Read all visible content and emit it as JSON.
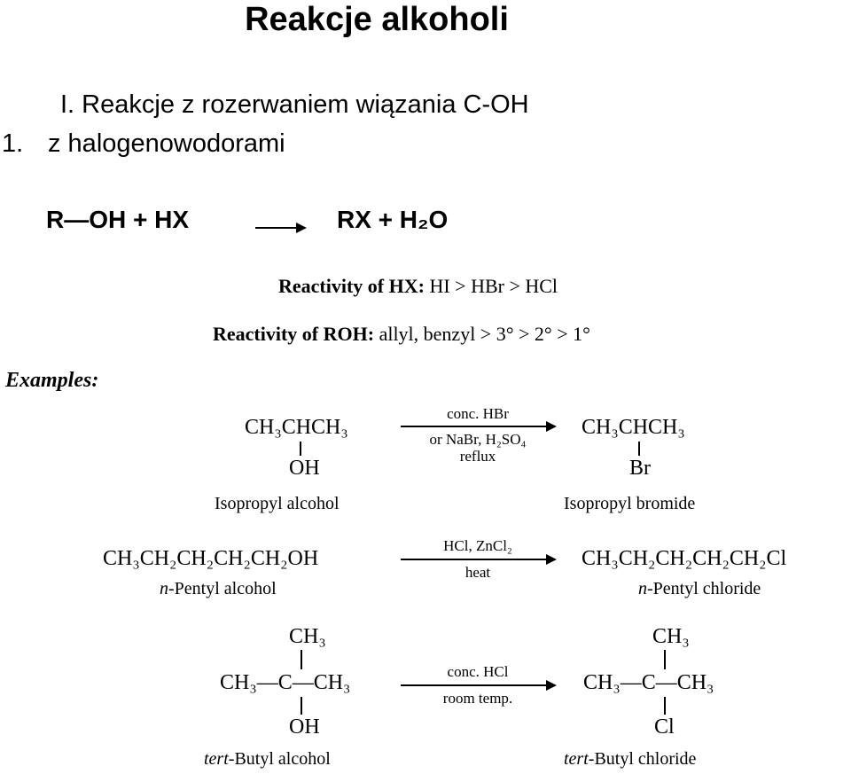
{
  "title": "Reakcje alkoholi",
  "heading": "I. Reakcje z rozerwaniem wiązania C-OH",
  "subheading": {
    "number": "1.",
    "text": "z halogenowodorami"
  },
  "general_equation": {
    "left": "R—OH + HX",
    "right": "RX + H₂O"
  },
  "reactivity_hx": {
    "label": "Reactivity of HX:",
    "value": "HI > HBr > HCl"
  },
  "reactivity_roh": {
    "label": "Reactivity of ROH:",
    "value": "allyl, benzyl > 3° > 2° > 1°"
  },
  "examples_label": "Examples:",
  "examples": [
    {
      "reactant": "CH₃CHCH₃",
      "reactant_sub": "OH",
      "reactant_name": "Isopropyl alcohol",
      "cond_top": "conc. HBr",
      "cond_mid": "or NaBr, H₂SO₄",
      "cond_bottom": "reflux",
      "product": "CH₃CHCH₃",
      "product_sub": "Br",
      "product_name": "Isopropyl bromide"
    },
    {
      "reactant": "CH₃CH₂CH₂CH₂CH₂OH",
      "reactant_prefix": "n",
      "reactant_name": "-Pentyl alcohol",
      "cond_top": "HCl, ZnCl₂",
      "cond_bottom": "heat",
      "product": "CH₃CH₂CH₂CH₂CH₂Cl",
      "product_prefix": "n",
      "product_name": "-Pentyl chloride"
    },
    {
      "reactant_top": "CH₃",
      "reactant": "CH₃—C—CH₃",
      "reactant_sub": "OH",
      "reactant_prefix": "tert",
      "reactant_name": "-Butyl alcohol",
      "cond_top": "conc. HCl",
      "cond_bottom": "room temp.",
      "product_top": "CH₃",
      "product": "CH₃—C—CH₃",
      "product_sub": "Cl",
      "product_prefix": "tert",
      "product_name": "-Butyl chloride"
    }
  ]
}
